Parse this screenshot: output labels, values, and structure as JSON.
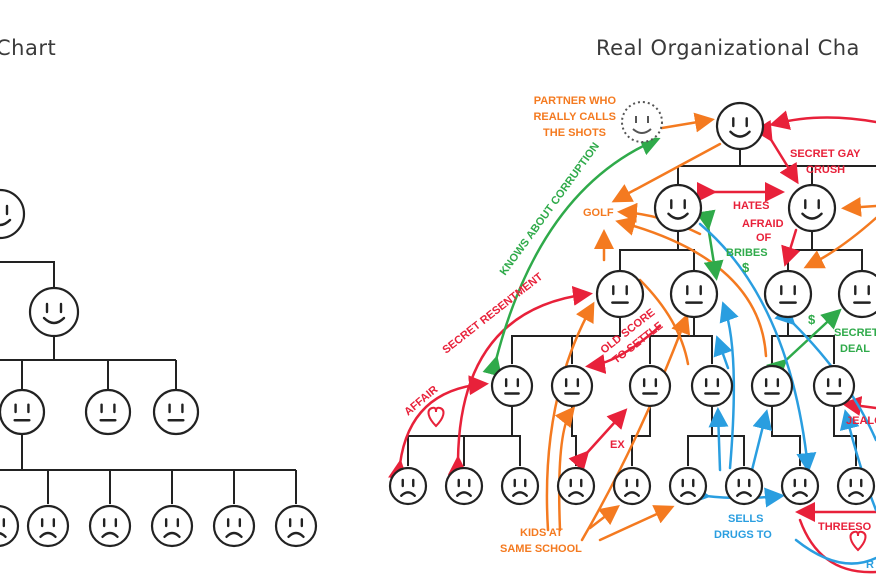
{
  "titles": {
    "left": "Chart",
    "right": "Real Organizational Cha"
  },
  "colors": {
    "line": "#222222",
    "red": "#e8213a",
    "orange": "#f47a20",
    "green": "#2faa4a",
    "blue": "#2a9ee0"
  },
  "annotations": {
    "partner": [
      "PARTNER WHO",
      "REALLY CALLS",
      "THE SHOTS"
    ],
    "knows": "KNOWS ABOUT CORRUPTION",
    "golf": "GOLF",
    "hates": "HATES",
    "secret_gay": [
      "SECRET GAY",
      "CRUSH"
    ],
    "afraid": [
      "AFRAID",
      "OF"
    ],
    "bribes": "BRIBES",
    "dollar": "$",
    "secret_resentment": "SECRET RESENTMENT",
    "old_score": [
      "OLD SCORE",
      "TO SETTLE"
    ],
    "secret_deal": [
      "SECRET",
      "DEAL"
    ],
    "affair": "AFFAIR",
    "ex": "EX",
    "jealous": "JEALO",
    "kids": [
      "KIDS AT",
      "SAME SCHOOL"
    ],
    "sells": [
      "SELLS",
      "DRUGS TO"
    ],
    "threesome": "THREESO",
    "r": "R"
  },
  "icons": {
    "happy": "happy-face-icon",
    "neutral": "neutral-face-icon",
    "sad": "sad-face-icon",
    "heart": "heart-icon"
  }
}
